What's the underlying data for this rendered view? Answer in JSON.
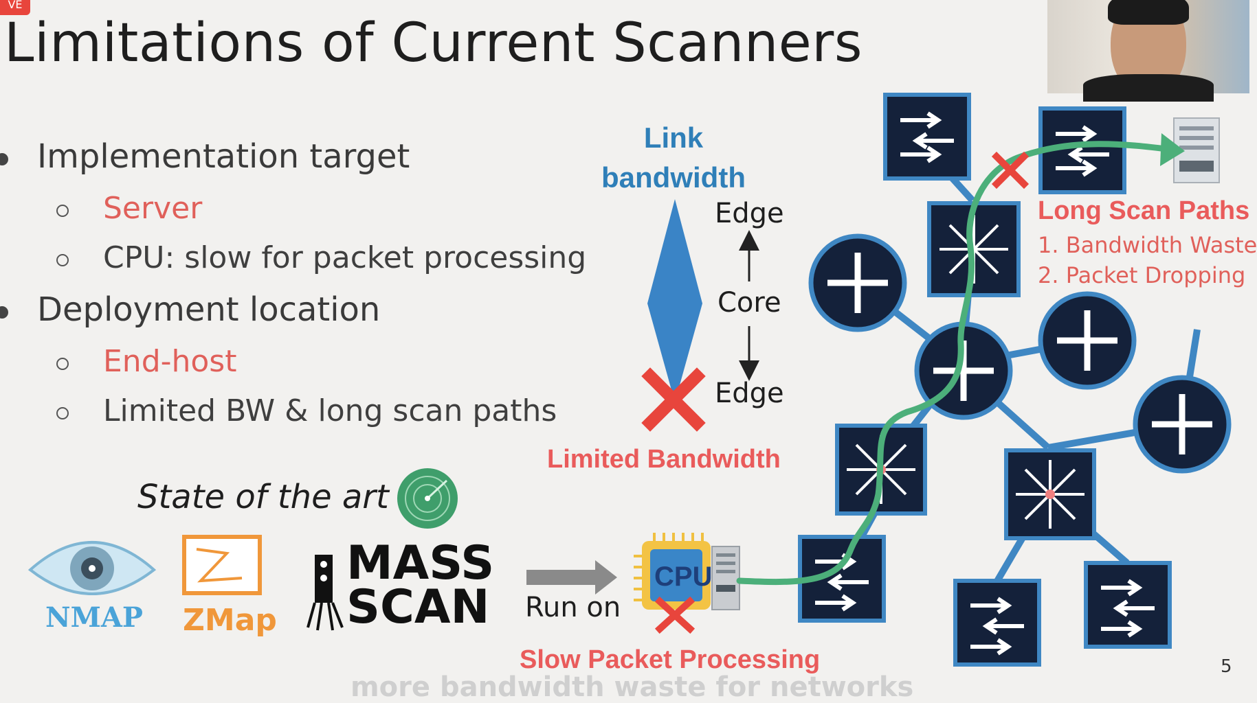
{
  "live_badge": "VE",
  "slide": {
    "title": "Limitations of Current Scanners",
    "page_number": "5"
  },
  "bullets": [
    {
      "text": "Implementation target",
      "subitems": [
        {
          "text": "Server",
          "highlight": true
        },
        {
          "text": "CPU: slow for packet processing",
          "highlight": false
        }
      ]
    },
    {
      "text": "Deployment location",
      "subitems": [
        {
          "text": "End-host",
          "highlight": true
        },
        {
          "text": "Limited BW & long scan paths",
          "highlight": false
        }
      ]
    }
  ],
  "state_of_art": {
    "label": "State of the art",
    "tools": [
      "NMAP",
      "ZMap",
      "MASS",
      "SCAN"
    ],
    "run_on": "Run on"
  },
  "bandwidth_diagram": {
    "title_line1": "Link",
    "title_line2": "bandwidth",
    "top_label": "Edge",
    "middle_label": "Core",
    "bottom_label": "Edge",
    "limited_label": "Limited Bandwidth"
  },
  "cpu": {
    "chip_label": "CPU",
    "slow_label": "Slow Packet Processing"
  },
  "network": {
    "long_paths_title": "Long Scan Paths",
    "long_paths_items": [
      "1. Bandwidth Waste",
      "2. Packet Dropping"
    ]
  },
  "caption": "more bandwidth waste for networks",
  "colors": {
    "accent_red": "#e0605a",
    "link_blue": "#2f7fb8",
    "device_navy": "#14213a",
    "path_green": "#4caf7a"
  }
}
